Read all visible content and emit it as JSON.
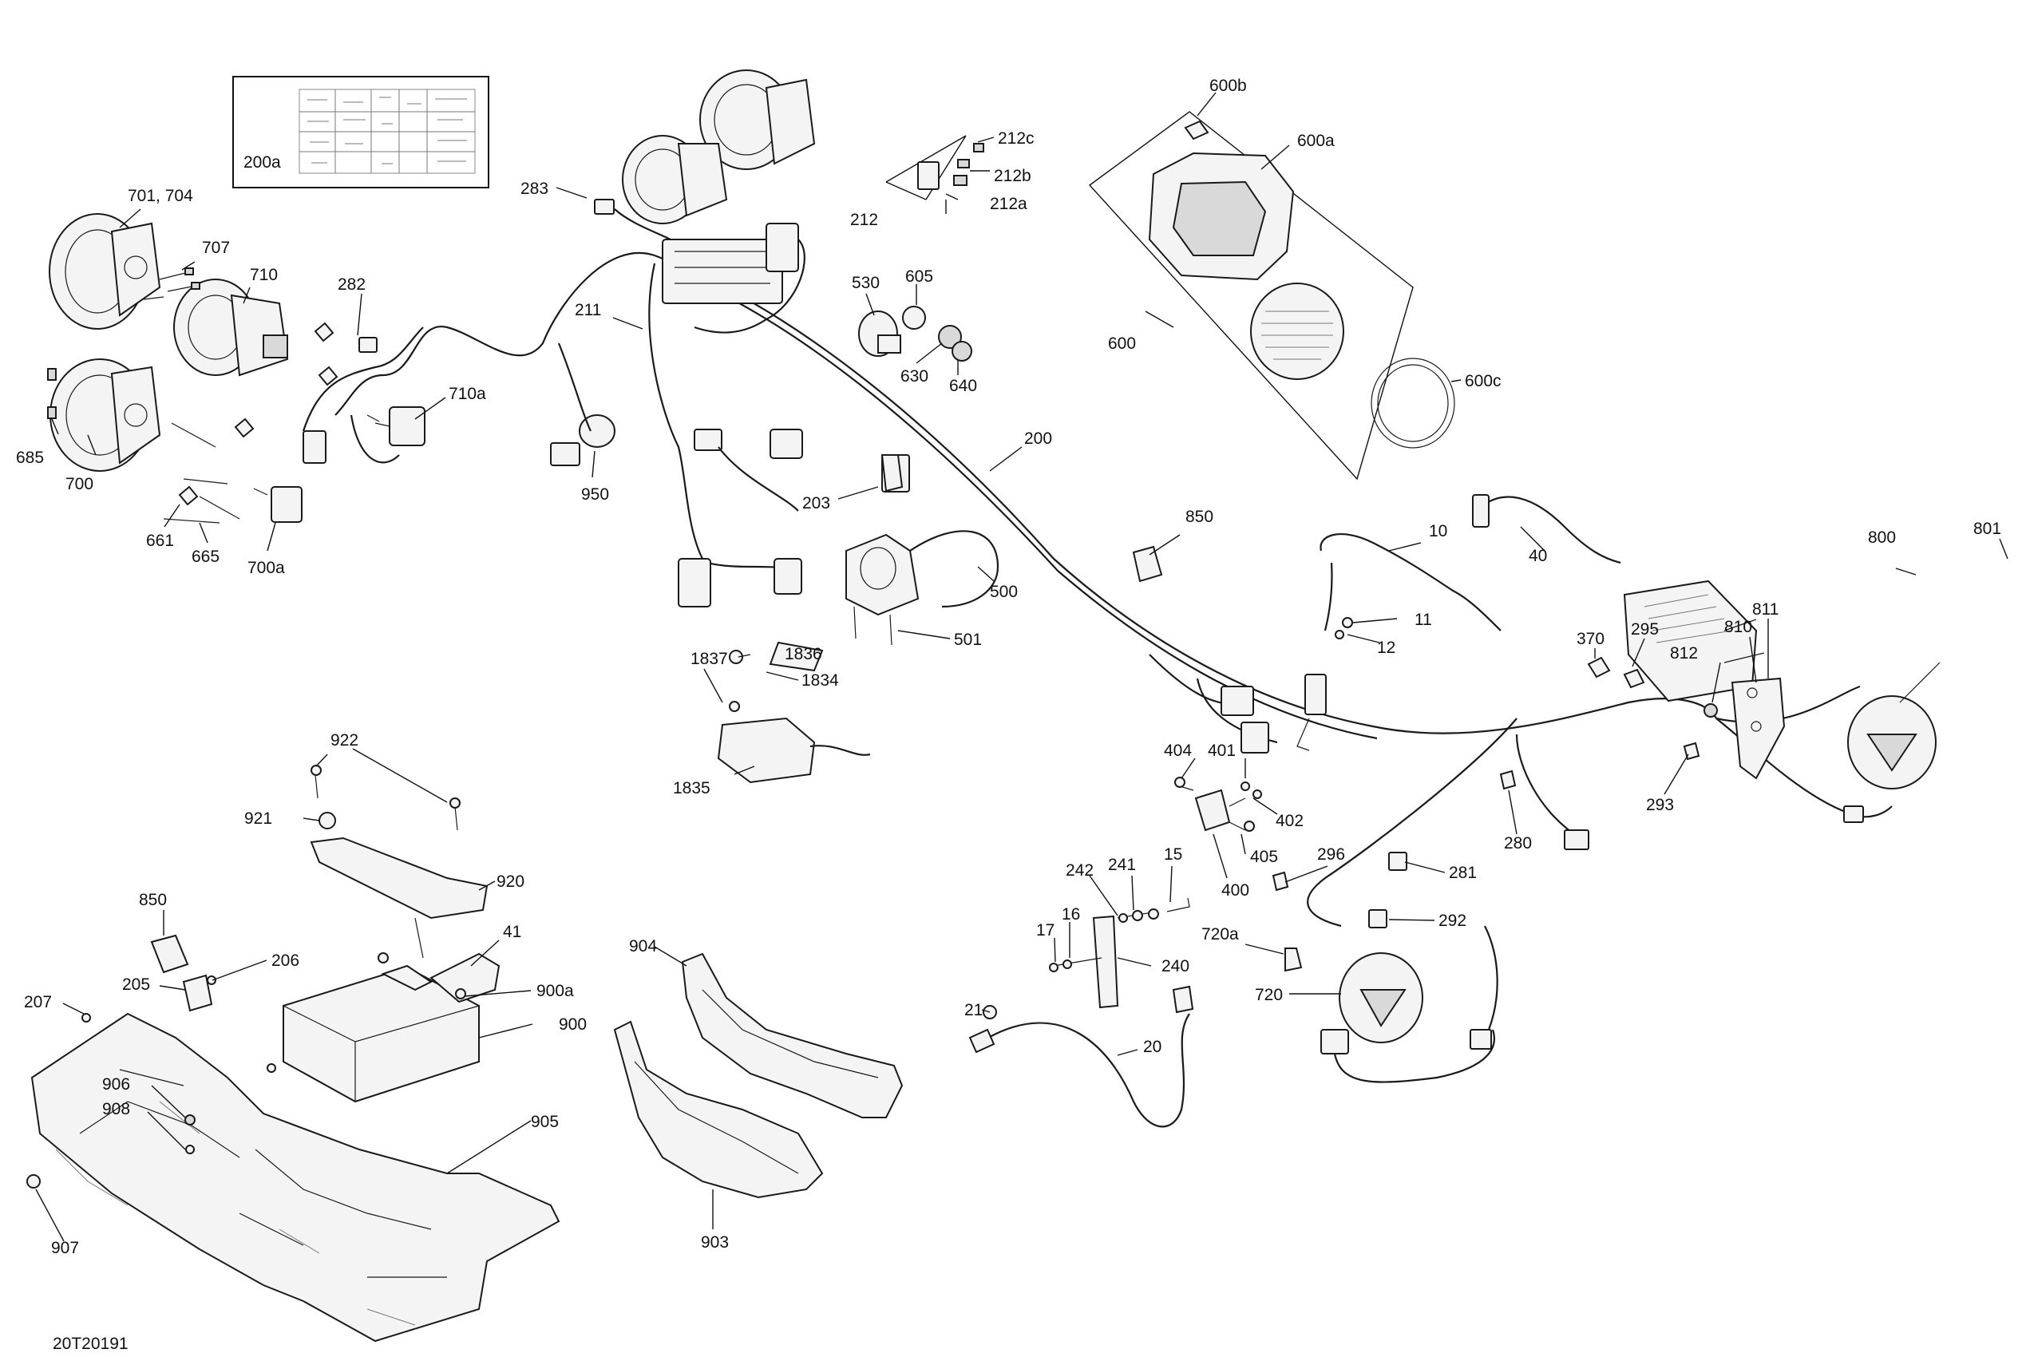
{
  "diagram_id": "20T20191",
  "labels": {
    "l200a": "200a",
    "l283": "283",
    "l212": "212",
    "l212a": "212a",
    "l212b": "212b",
    "l212c": "212c",
    "l600b": "600b",
    "l600a": "600a",
    "l600": "600",
    "l600c": "600c",
    "l701_704": "701, 704",
    "l707": "707",
    "l710": "710",
    "l282": "282",
    "l211": "211",
    "l530": "530",
    "l605": "605",
    "l630": "630",
    "l640": "640",
    "l685": "685",
    "l700": "700",
    "l710a": "710a",
    "l950": "950",
    "l661": "661",
    "l665": "665",
    "l700a": "700a",
    "l200": "200",
    "l203": "203",
    "l850a": "850",
    "l500": "500",
    "l501": "501",
    "l10": "10",
    "l40": "40",
    "l11": "11",
    "l12": "12",
    "l800": "800",
    "l801": "801",
    "l811": "811",
    "l810": "810",
    "l812": "812",
    "l370": "370",
    "l295": "295",
    "l293": "293",
    "l1837": "1837",
    "l1836": "1836",
    "l1834": "1834",
    "l1835": "1835",
    "l922": "922",
    "l921": "921",
    "l920": "920",
    "l404": "404",
    "l401": "401",
    "l402": "402",
    "l405": "405",
    "l400": "400",
    "l280": "280",
    "l281": "281",
    "l296": "296",
    "l292": "292",
    "l242": "242",
    "l241": "241",
    "l15": "15",
    "l17": "17",
    "l16": "16",
    "l240": "240",
    "l720a": "720a",
    "l720": "720",
    "l21": "21",
    "l20": "20",
    "l850b": "850",
    "l206": "206",
    "l205": "205",
    "l41": "41",
    "l207": "207",
    "l900a": "900a",
    "l900": "900",
    "l904": "904",
    "l906": "906",
    "l908": "908",
    "l905": "905",
    "l903": "903",
    "l907": "907"
  }
}
